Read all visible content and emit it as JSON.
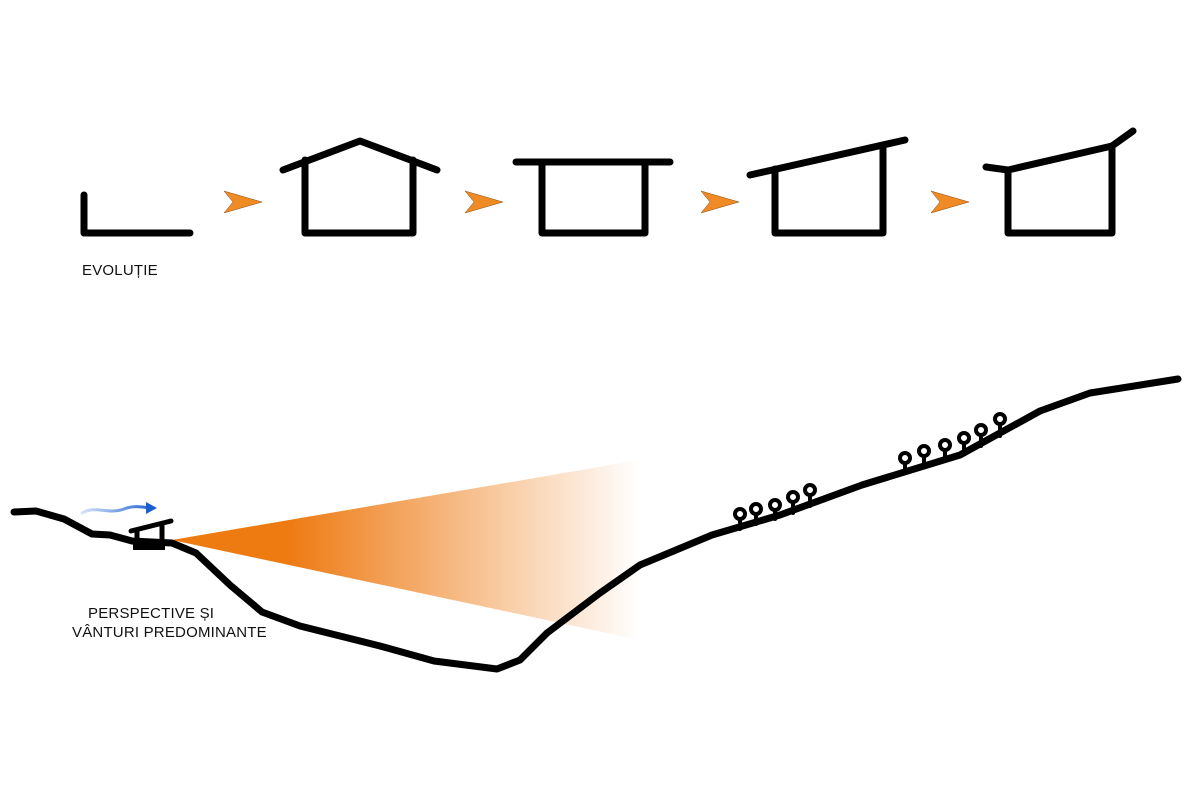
{
  "labels": {
    "evolution": "EVOLUȚIE",
    "perspective_line1": "PERSPECTIVE ȘI",
    "perspective_line2": "VÂNTURI PREDOMINANTE"
  },
  "colors": {
    "stroke": "#000000",
    "arrow": "#f08a24",
    "view_cone": "#ee7a12",
    "wind": "#1a5fd0",
    "background": "#ffffff"
  },
  "icons": {
    "step_arrow": "orange-chevron-arrow-icon",
    "wind": "wind-arrow-icon",
    "tree": "tree-icon"
  },
  "stages": [
    "floor-and-wall",
    "gable-roof-house",
    "flat-roof-house",
    "mono-pitch-roof-house",
    "mono-pitch-roof-with-upturned-eaves-house"
  ]
}
